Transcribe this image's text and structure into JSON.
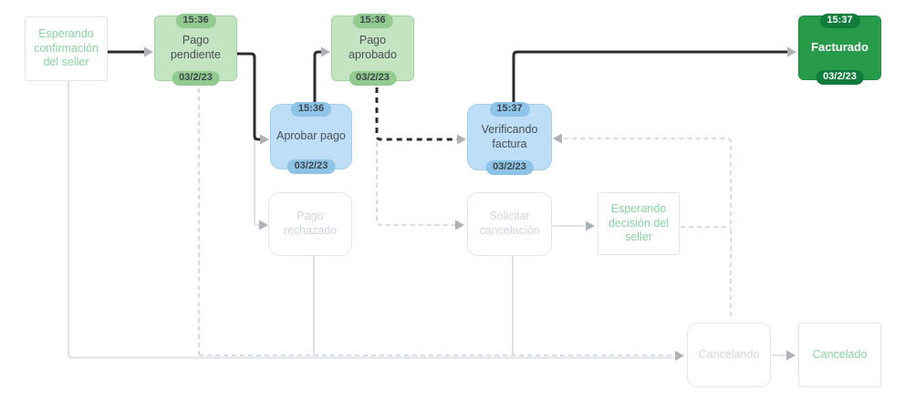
{
  "diagram": {
    "nodes": [
      {
        "id": "esperando-confirmacion-seller",
        "label": "Esperando confirmación del seller",
        "state": "initial"
      },
      {
        "id": "pago-pendiente",
        "label": "Pago pendiente",
        "time": "15:36",
        "date": "03/2/23",
        "state": "completed"
      },
      {
        "id": "pago-aprobado",
        "label": "Pago aprobado",
        "time": "15:36",
        "date": "03/2/23",
        "state": "completed"
      },
      {
        "id": "facturado",
        "label": "Facturado",
        "time": "15:37",
        "date": "03/2/23",
        "state": "current-final"
      },
      {
        "id": "aprobar-pago",
        "label": "Aprobar pago",
        "time": "15:36",
        "date": "03/2/23",
        "state": "completed-action"
      },
      {
        "id": "verificando-factura",
        "label": "Verificando factura",
        "time": "15:37",
        "date": "03/2/23",
        "state": "completed-action"
      },
      {
        "id": "pago-rechazado",
        "label": "Pago rechazado",
        "state": "inactive"
      },
      {
        "id": "solicitar-cancelacion",
        "label": "Solicitar cancelación",
        "state": "inactive"
      },
      {
        "id": "esperando-decision-seller",
        "label": "Esperando decisión del seller",
        "state": "not-reached"
      },
      {
        "id": "cancelando",
        "label": "Cancelando",
        "state": "inactive"
      },
      {
        "id": "cancelado",
        "label": "Cancelado",
        "state": "not-reached"
      }
    ],
    "edges": [
      {
        "from": "esperando-confirmacion-seller",
        "to": "pago-pendiente",
        "style": "solid-black"
      },
      {
        "from": "pago-pendiente",
        "to": "aprobar-pago",
        "style": "solid-black"
      },
      {
        "from": "aprobar-pago",
        "to": "pago-aprobado",
        "style": "solid-black"
      },
      {
        "from": "pago-aprobado",
        "to": "verificando-factura",
        "style": "dashed-black"
      },
      {
        "from": "verificando-factura",
        "to": "facturado",
        "style": "solid-black"
      },
      {
        "from": "pago-pendiente",
        "to": "pago-rechazado",
        "style": "solid-gray"
      },
      {
        "from": "pago-aprobado",
        "to": "solicitar-cancelacion",
        "style": "dashed-gray"
      },
      {
        "from": "solicitar-cancelacion",
        "to": "esperando-decision-seller",
        "style": "solid-gray"
      },
      {
        "from": "esperando-decision-seller",
        "to": "verificando-factura",
        "style": "dashed-gray"
      },
      {
        "from": "esperando-decision-seller",
        "to": "cancelando",
        "style": "dashed-gray"
      },
      {
        "from": "esperando-confirmacion-seller",
        "to": "cancelando",
        "style": "solid-gray"
      },
      {
        "from": "pago-pendiente",
        "to": "cancelando",
        "style": "dashed-gray"
      },
      {
        "from": "pago-rechazado",
        "to": "cancelando",
        "style": "solid-gray"
      },
      {
        "from": "solicitar-cancelacion",
        "to": "cancelando",
        "style": "solid-gray"
      },
      {
        "from": "cancelando",
        "to": "cancelado",
        "style": "solid-gray"
      }
    ],
    "colors": {
      "completed_fill": "#c4e3c1",
      "completed_pill": "#91cb8f",
      "action_fill": "#bddef6",
      "action_pill": "#8ec3e8",
      "final_fill": "#289b4b",
      "final_pill": "#0f7c3c",
      "ghost_border": "#e4e7ea",
      "ghost_text": "#d0d6dd",
      "future_text": "#8ad3a2",
      "edge_active": "#2c2c2c",
      "edge_inactive": "#dde1e5",
      "arrowhead": "#adb2b7"
    }
  }
}
